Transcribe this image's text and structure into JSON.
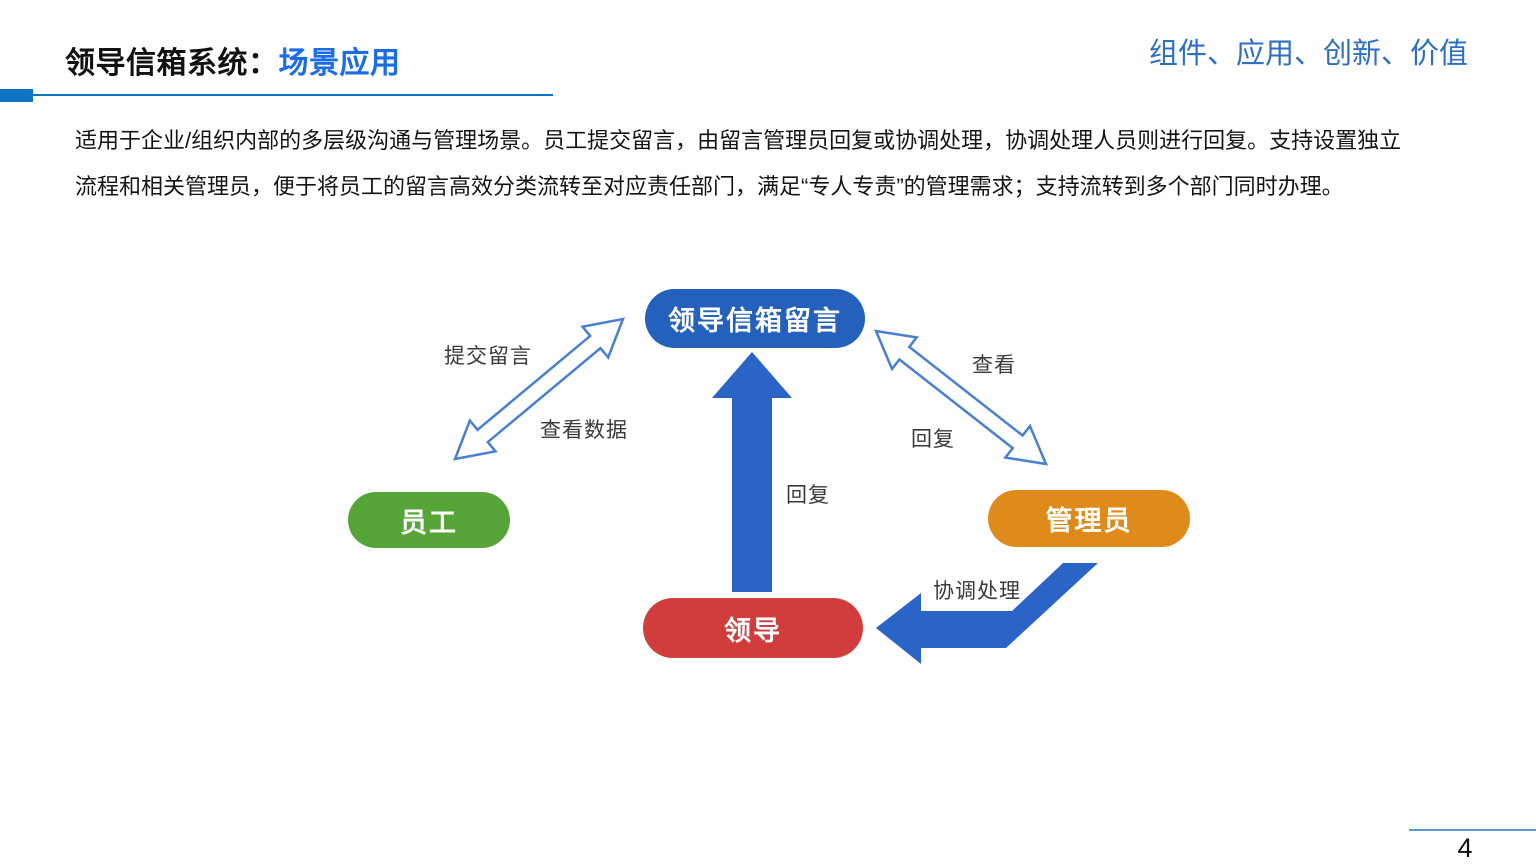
{
  "header": {
    "title_black": "领导信箱系统：",
    "title_blue": "场景应用",
    "motto": "组件、应用、创新、价值"
  },
  "body": {
    "lines": [
      "适用于企业/组织内部的多层级沟通与管理场景。员工提交留言，由留言管理员回复或协调处理，协调处理人员则进行回复。支持设置独立",
      "流程和相关管理员，便于将员工的留言高效分类流转至对应责任部门，满足“专人专责”的管理需求；支持流转到多个部门同时办理。"
    ]
  },
  "diagram": {
    "nodes": {
      "mailbox": {
        "label": "领导信箱留言",
        "color": "#2361bd"
      },
      "employee": {
        "label": "员工",
        "color": "#57a538"
      },
      "admin": {
        "label": "管理员",
        "color": "#df8b1c"
      },
      "leader": {
        "label": "领导",
        "color": "#d13c3c"
      }
    },
    "edges": {
      "submit": "提交留言",
      "view_data": "查看数据",
      "view": "查看",
      "reply_right": "回复",
      "reply_center": "回复",
      "coordinate": "协调处理"
    }
  },
  "colors": {
    "title_accent": "#1b6ce8",
    "motto_blue": "#2e6fc4",
    "header_line": "#1173c4",
    "solid_arrow": "#2a64c6",
    "outline_arrow_stroke": "#4a7fd0",
    "outline_arrow_fill": "#ffffff",
    "footer_line": "#5b9bd5"
  },
  "footer": {
    "page_number": "4"
  }
}
